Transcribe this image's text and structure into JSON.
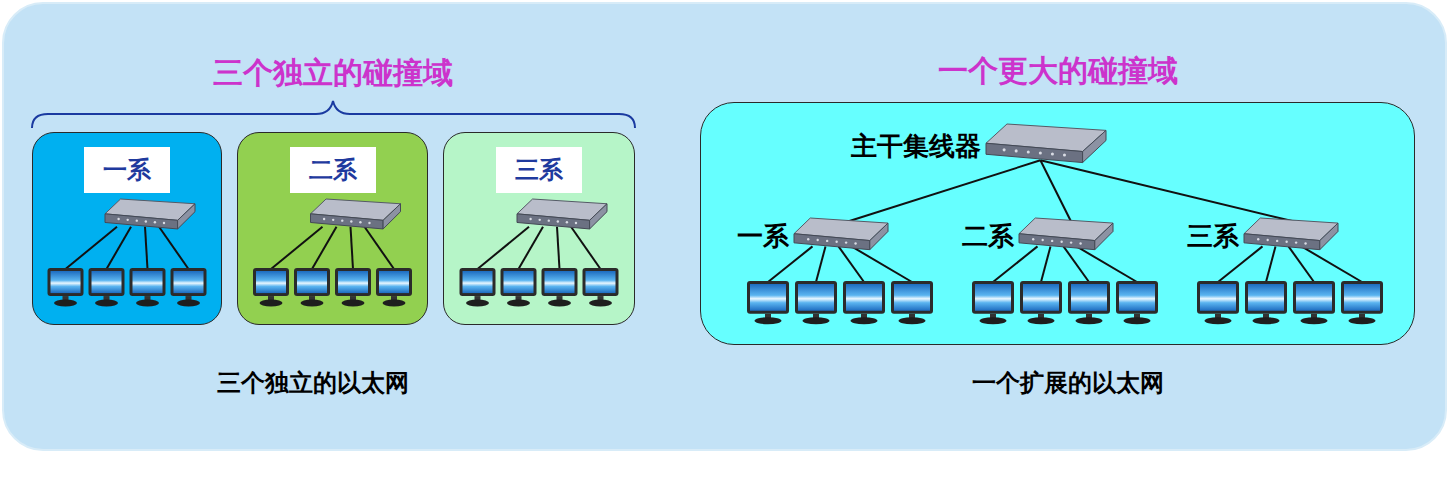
{
  "diagram": {
    "nodes": [
      {
        "text": [
          "一系"
        ]
      },
      {
        "text": [
          "二系"
        ]
      },
      {
        "text": [
          "三系"
        ]
      },
      {
        "text": [
          "一个更大的碰撞域"
        ]
      },
      {
        "text": [
          "主干集线器"
        ],
        "in": 3
      },
      {
        "text": [
          "一系"
        ],
        "in": 3
      },
      {
        "text": [
          "二系"
        ],
        "in": 3
      },
      {
        "text": [
          "三系"
        ],
        "in": 3
      }
    ],
    "edges": [
      {
        "from": 4,
        "to": 5,
        "arrow": "none"
      },
      {
        "from": 4,
        "to": 6,
        "arrow": "none"
      },
      {
        "from": 4,
        "to": 7,
        "arrow": "none"
      }
    ],
    "labels": [
      "三个独立的碰撞域",
      "三个独立的以太网",
      "一个扩展的以太网"
    ]
  }
}
